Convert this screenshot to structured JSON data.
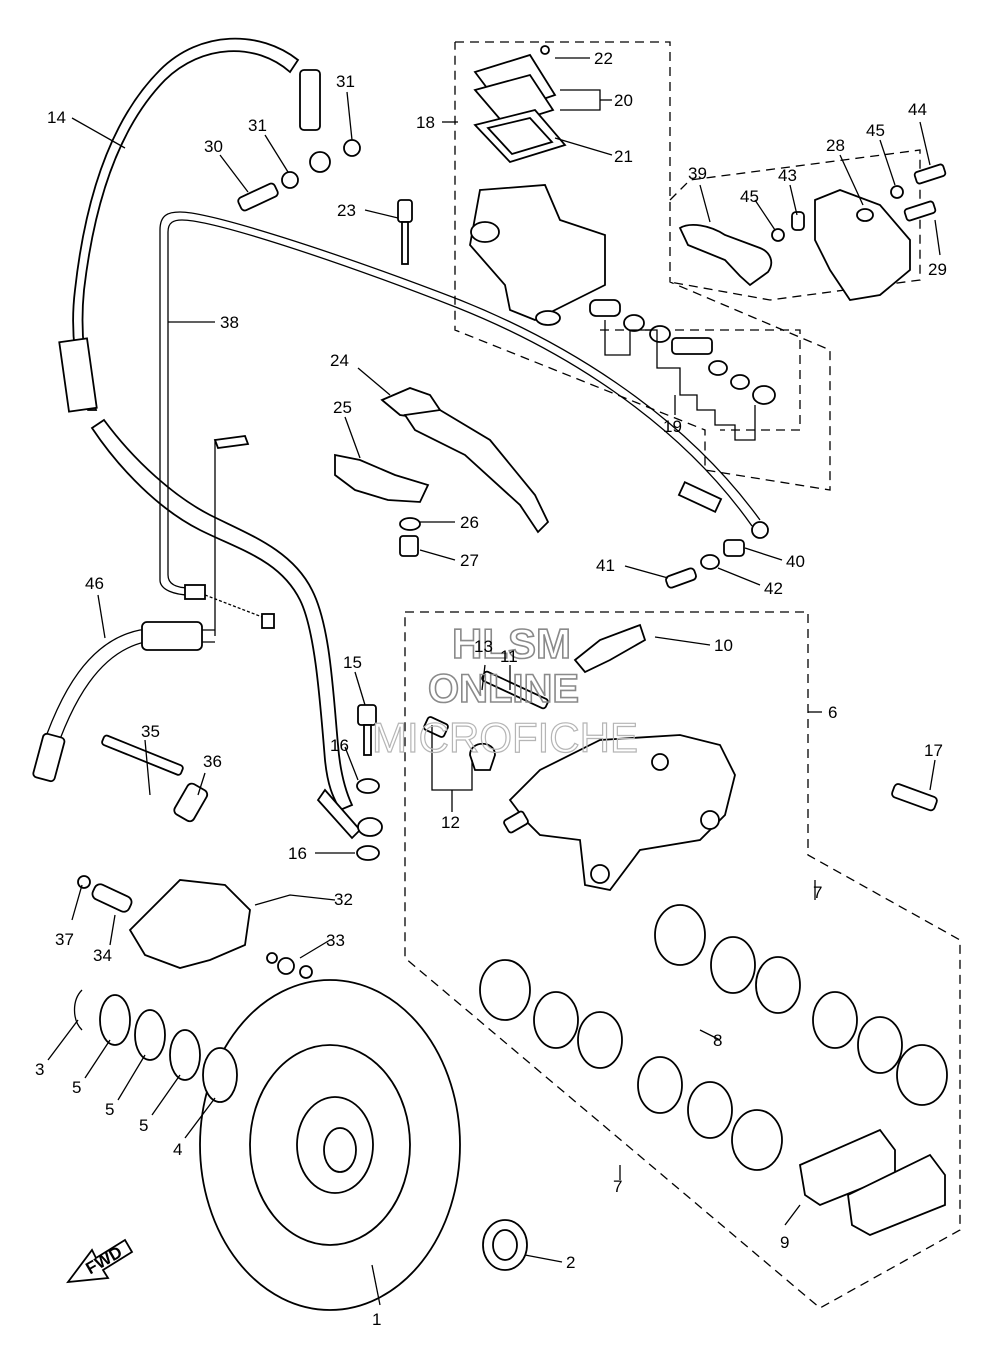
{
  "watermark": {
    "line1": "HLSM",
    "line2": "ONLINE",
    "line3": "MICROFICHE"
  },
  "fwd_label": "FWD",
  "callouts": {
    "c1": "1",
    "c2": "2",
    "c3": "3",
    "c4": "4",
    "c5a": "5",
    "c5b": "5",
    "c5c": "5",
    "c6": "6",
    "c7a": "7",
    "c7b": "7",
    "c8": "8",
    "c9": "9",
    "c10": "10",
    "c11": "11",
    "c12": "12",
    "c13": "13",
    "c14": "14",
    "c15": "15",
    "c16a": "16",
    "c16b": "16",
    "c17": "17",
    "c18": "18",
    "c19": "19",
    "c20": "20",
    "c21": "21",
    "c22": "22",
    "c23": "23",
    "c24": "24",
    "c25": "25",
    "c26": "26",
    "c27": "27",
    "c28": "28",
    "c29": "29",
    "c30": "30",
    "c31a": "31",
    "c31b": "31",
    "c32": "32",
    "c33": "33",
    "c34": "34",
    "c35": "35",
    "c36": "36",
    "c37": "37",
    "c38": "38",
    "c39": "39",
    "c40": "40",
    "c41": "41",
    "c42": "42",
    "c43": "43",
    "c44": "44",
    "c45a": "45",
    "c45b": "45",
    "c46": "46"
  }
}
